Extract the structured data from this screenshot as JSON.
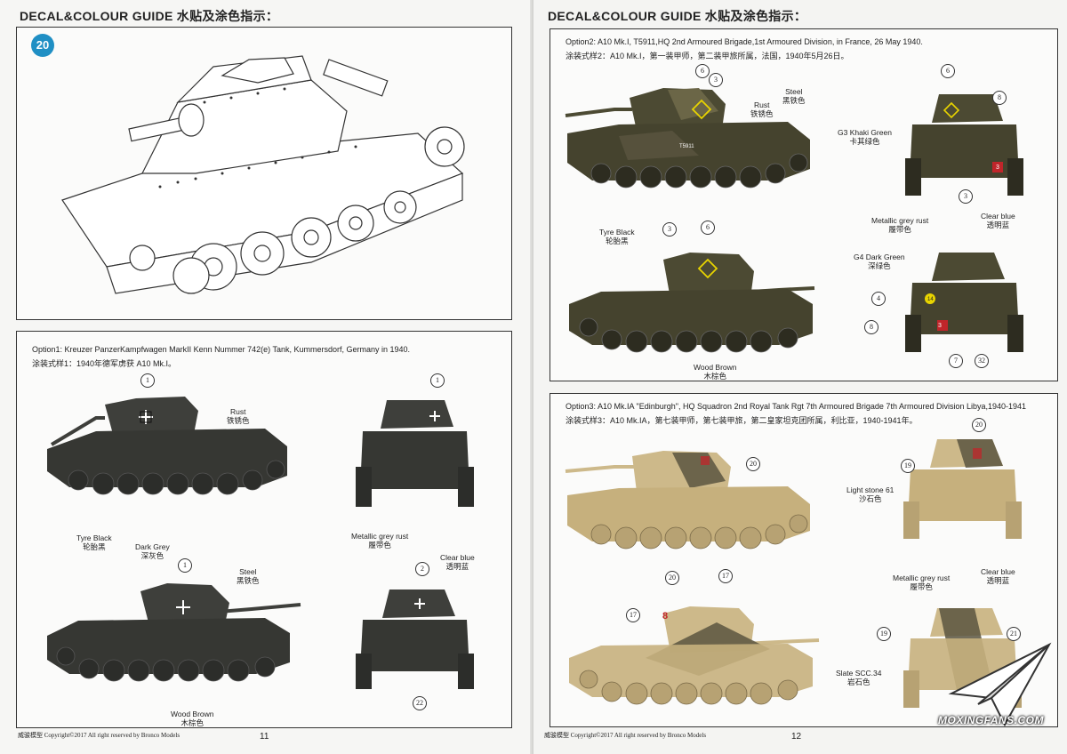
{
  "header": {
    "left": "DECAL&COLOUR GUIDE 水贴及涂色指示：",
    "right": "DECAL&COLOUR GUIDE 水贴及涂色指示："
  },
  "step_badge": "20",
  "option1": {
    "title_en": "Option1: Kreuzer PanzerKampfwagen MarkII Kenn Nummer 742(e) Tank, Kummersdorf, Germany in 1940.",
    "title_cn": "涂装式样1：1940年德军虏获 A10 Mk.I。"
  },
  "option2": {
    "title_en": "Option2: A10 Mk.I, T5911,HQ 2nd Armoured Brigade,1st Armoured Division, in France, 26 May 1940.",
    "title_cn": "涂装式样2：A10 Mk.I，第一装甲师，第二装甲旅所属，法国，1940年5月26日。"
  },
  "option3": {
    "title_en": "Option3: A10 Mk.IA \"Edinburgh\", HQ Squadron 2nd Royal Tank Rgt 7th Armoured Brigade 7th Armoured Division Libya,1940-1941",
    "title_cn": "涂装式样3：A10 Mk.IA，第七装甲师，第七装甲旅，第二皇家坦克团所属，利比亚，1940-1941年。"
  },
  "labels": {
    "rust": "Rust",
    "rust_cn": "铁锈色",
    "steel": "Steel",
    "steel_cn": "黑铁色",
    "tyre": "Tyre Black",
    "tyre_cn": "轮胎黑",
    "dark_grey": "Dark Grey",
    "dark_grey_cn": "深灰色",
    "wood": "Wood Brown",
    "wood_cn": "木棕色",
    "metal_rust": "Metallic grey rust",
    "metal_rust_cn": "履带色",
    "clear_blue": "Clear blue",
    "clear_blue_cn": "透明蓝",
    "g3": "G3 Khaki Green",
    "g3_cn": "卡其绿色",
    "g4": "G4 Dark Green",
    "g4_cn": "深绿色",
    "light_stone": "Light stone 61",
    "light_stone_cn": "沙石色",
    "slate": "Slate SCC.34",
    "slate_cn": "岩石色"
  },
  "decal_numbers": [
    "1",
    "2",
    "3",
    "4",
    "6",
    "7",
    "8",
    "14",
    "17",
    "19",
    "20",
    "21",
    "22",
    "32"
  ],
  "plate_text": "T5911",
  "footer": {
    "left": "威骏模型  Copyright©2017  All right reserved by Bronco Models",
    "right": "威骏模型  Copyright©2017  All right reserved by Bronco Models"
  },
  "page_numbers": {
    "left": "11",
    "right": "12"
  },
  "watermark": "MOXINGFANS.COM",
  "colors": {
    "accent": "#1f8fc4",
    "grey_tank": "#3e3f3b",
    "green_tank": "#4c4a33",
    "sand_tank": "#cdb98a",
    "camo_dark": "#5a5540",
    "decal_red": "#c0252a"
  }
}
